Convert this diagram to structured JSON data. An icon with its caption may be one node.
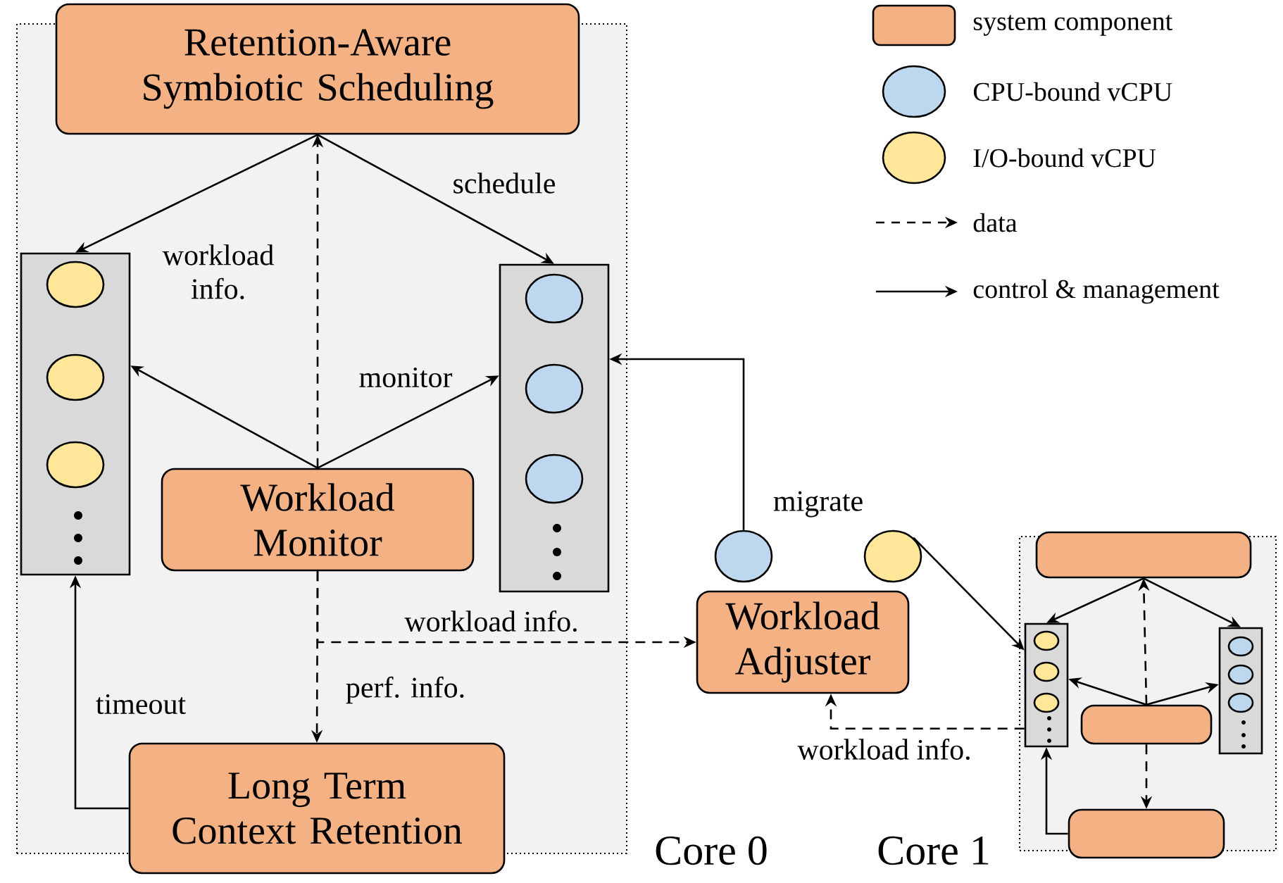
{
  "diagram": {
    "nodes": [
      {
        "text": [],
        "shape": "box"
      },
      {
        "text": [
          "Retention-Aware Symbiotic Scheduling"
        ]
      },
      {
        "text": [],
        "shape": "box",
        "in": 0
      },
      {
        "text": [],
        "shape": "box",
        "in": 0
      },
      {
        "text": [
          "Workload Monitor"
        ],
        "in": 0
      },
      {
        "text": [
          "Long Term Context Retention"
        ]
      },
      {
        "text": [
          "Workload Adjuster"
        ]
      },
      {
        "text": [],
        "shape": "circle"
      },
      {
        "text": [],
        "shape": "circle"
      },
      {
        "text": [],
        "shape": "box"
      },
      {
        "text": [],
        "shape": "box"
      },
      {
        "text": [],
        "shape": "box",
        "in": 9
      },
      {
        "text": [],
        "shape": "box",
        "in": 9
      },
      {
        "text": [],
        "shape": "box",
        "in": 9
      },
      {
        "text": [],
        "shape": "box"
      }
    ],
    "edges": [
      {
        "from": 1,
        "to": 2,
        "arrow": "to"
      },
      {
        "from": 1,
        "to": 3,
        "arrow": "to",
        "label": "schedule"
      },
      {
        "from": 4,
        "to": 1,
        "arrow": "to",
        "style": "dashed",
        "label": "workload info."
      },
      {
        "from": 4,
        "to": 2,
        "arrow": "to"
      },
      {
        "from": 4,
        "to": 3,
        "arrow": "to",
        "label": "monitor"
      },
      {
        "from": 4,
        "to": 5,
        "arrow": "to",
        "style": "dashed",
        "label": "perf. info."
      },
      {
        "from": 4,
        "to": 6,
        "arrow": "to",
        "style": "dashed",
        "label": "workload info."
      },
      {
        "from": 5,
        "to": 2,
        "arrow": "to",
        "label": "timeout"
      },
      {
        "from": 7,
        "to": 3,
        "arrow": "to",
        "label": "migrate"
      },
      {
        "from": 8,
        "to": 11,
        "arrow": "to"
      },
      {
        "from": 11,
        "to": 6,
        "arrow": "to",
        "style": "dashed",
        "label": "workload info."
      },
      {
        "from": 10,
        "to": 11,
        "arrow": "to"
      },
      {
        "from": 10,
        "to": 12,
        "arrow": "to"
      },
      {
        "from": 13,
        "to": 10,
        "arrow": "to",
        "style": "dashed"
      },
      {
        "from": 13,
        "to": 14,
        "arrow": "to",
        "style": "dashed"
      },
      {
        "from": 13,
        "to": 11,
        "arrow": "to"
      },
      {
        "from": 13,
        "to": 12,
        "arrow": "to"
      },
      {
        "from": 14,
        "to": 11,
        "arrow": "to"
      }
    ],
    "labels": [
      "Core 0",
      "Core 1"
    ],
    "legend": [
      {
        "text": "system component",
        "color": "#f4b183"
      },
      {
        "text": "CPU-bound vCPU",
        "color": "#bdd7ee"
      },
      {
        "text": "I/O-bound vCPU",
        "color": "#ffe699"
      },
      {
        "text": "data"
      },
      {
        "text": "control & management"
      }
    ]
  }
}
